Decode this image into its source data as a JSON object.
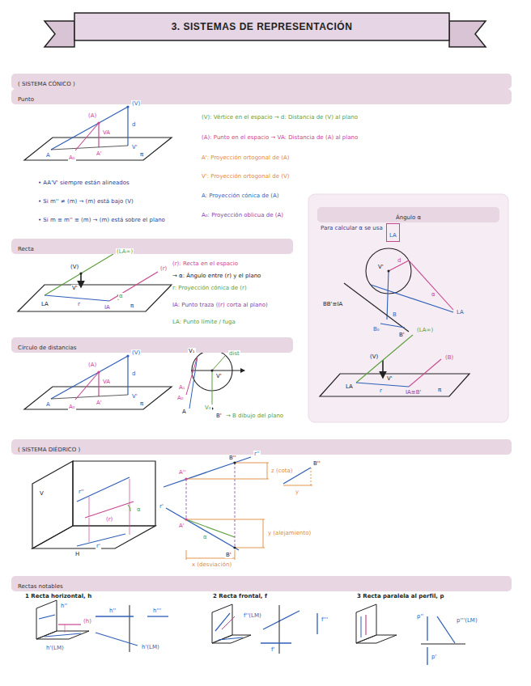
{
  "diagram": {
    "title": "3. SISTEMAS DE REPRESENTACIÓN",
    "nodes": [
      {
        "text": [
          "( SISTEMA CÓNICO )"
        ]
      },
      {
        "text": [
          "Punto"
        ]
      },
      {
        "text": [
          "Recta"
        ]
      },
      {
        "text": [
          "Círculo de distancias"
        ]
      },
      {
        "text": [
          "Ángulo α",
          "Para calcular α se usa"
        ]
      },
      {
        "text": [
          "LA"
        ],
        "in": 4
      },
      {
        "text": [
          "( SISTEMA DIÉDRICO )"
        ]
      },
      {
        "text": [
          "Rectas notables"
        ]
      }
    ],
    "labels": [
      "(V)",
      "(A)",
      "VA",
      "d",
      "V'",
      "A'",
      "A",
      "A₀",
      "π",
      "(V): Vértice en el espacio → d: Distancia de (V) al plano",
      "(A): Punto en el espacio → VA: Distancia de (A) al plano",
      "A': Proyección ortogonal de (A)",
      "V': Proyección ortogonal de (V)",
      "A: Proyección cónica de (A)",
      "A₀: Proyección oblicua de (A)",
      "• AA'V' siempre están alineados",
      "• Si m'' ≠ (m) → (m) está bajo (V)",
      "• Si m ≡ m'' ≡ (m) → (m) está sobre el plano",
      "(V)",
      "(r)",
      "(LA∞)",
      "V'",
      "LA",
      "r",
      "IA",
      "α",
      "π",
      "(r): Recta en el espacio",
      "→ α: Ángulo entre (r) y el plano",
      "r: Proyección cónica de (r)",
      "IA: Punto traza ((r) corta al plano)",
      "LA: Punto límite / fuga",
      "(V)",
      "(A)",
      "VA",
      "d",
      "V'",
      "A'",
      "A",
      "A₀",
      "π",
      "V₁",
      "dist",
      "V'",
      "A₁",
      "A₀",
      "A",
      "V₀",
      "B'",
      "→ B dibujo del plano",
      "V'",
      "d",
      "α",
      "BB'≡IA",
      "B",
      "B₀",
      "B'",
      "LA",
      "(V)",
      "(LA∞)",
      "(B)",
      "V'",
      "LA",
      "r",
      "IA≡B'",
      "π",
      "V",
      "r''",
      "(r)",
      "α",
      "r'",
      "H",
      "A''",
      "B''",
      "r''",
      "z (cota)",
      "B''",
      "y",
      "r'",
      "A'",
      "α",
      "B'",
      "y (alejamiento)",
      "x (desviación)",
      "1 Recta horizontal, h",
      "2 Recta frontal, f",
      "3 Recta paralela al perfil, p",
      "h''",
      "(h)",
      "h'(LM)",
      "h''",
      "h'''",
      "h'(LM)",
      "f''(LM)",
      "f'''",
      "f'",
      "p''",
      "p'''(LM)",
      "p'"
    ]
  }
}
